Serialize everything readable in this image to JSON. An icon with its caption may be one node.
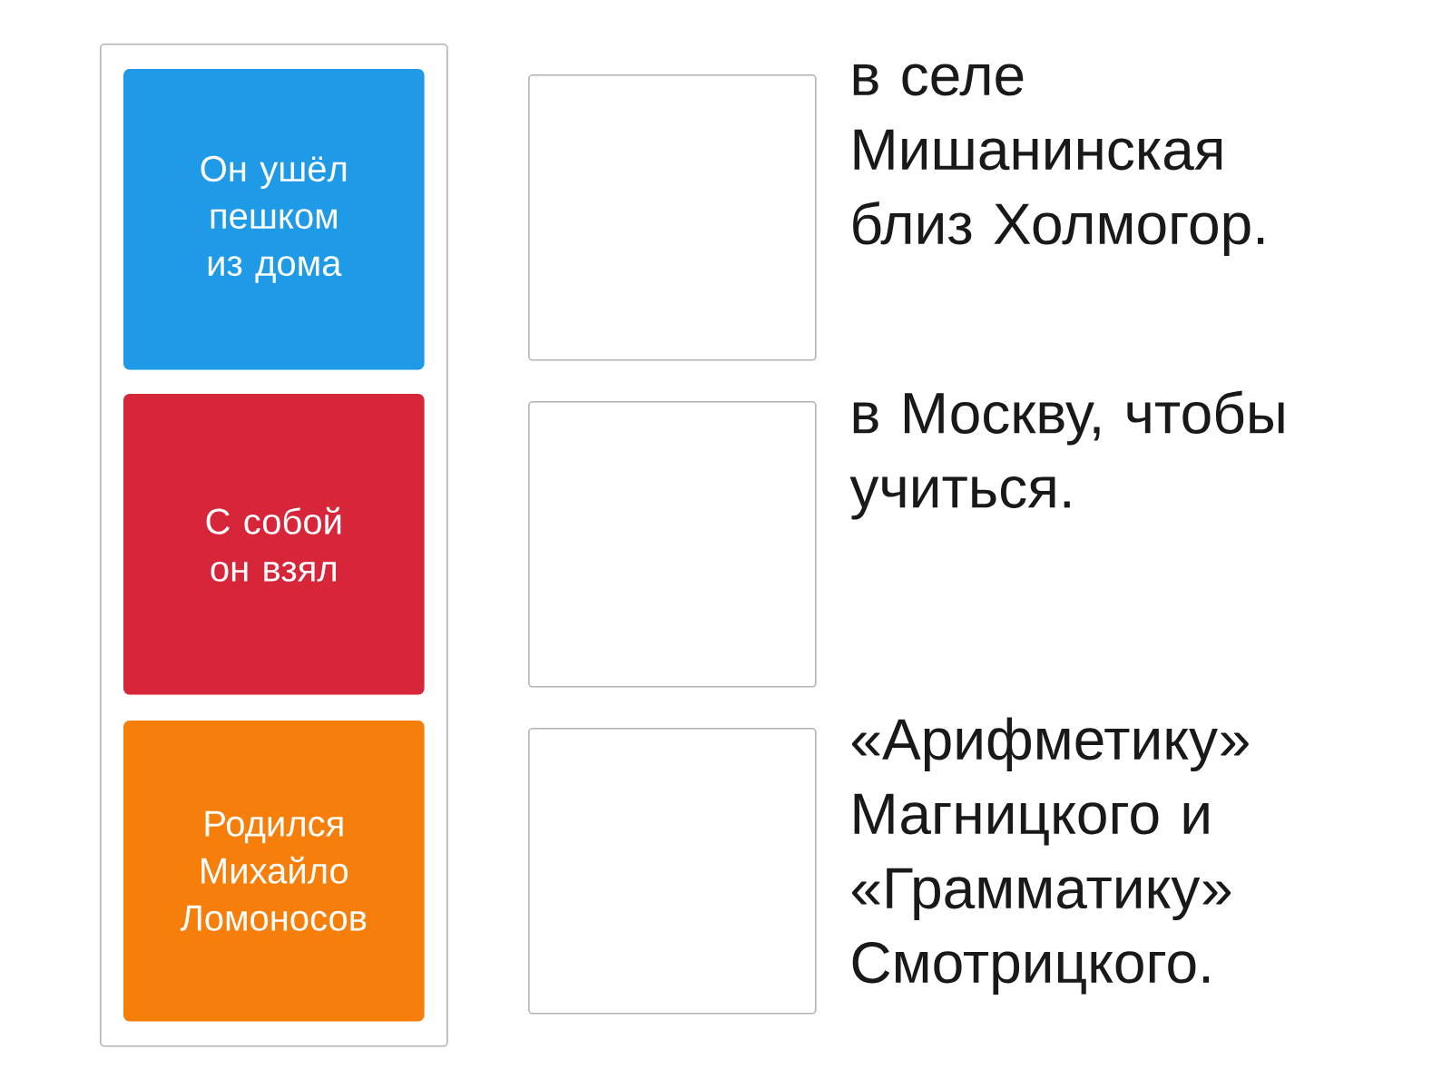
{
  "diagram": {
    "nodes": [
      {
        "text": [],
        "shape": "box"
      },
      {
        "text": [
          "Он ушёл пешком из дома"
        ],
        "in": 0
      },
      {
        "text": [
          "С собой он взял"
        ],
        "in": 0
      },
      {
        "text": [
          "Родился Михайло Ломоносов"
        ],
        "in": 0
      },
      {
        "text": [],
        "shape": "box",
        "beside": [
          "в селе Мишанинская близ Холмогор."
        ]
      },
      {
        "text": [],
        "shape": "box",
        "beside": [
          "в Москву, чтобы учиться."
        ]
      },
      {
        "text": [],
        "shape": "box",
        "beside": [
          "«Арифметику» Магницкого и «Грамматику» Смотрицкого."
        ]
      }
    ]
  }
}
